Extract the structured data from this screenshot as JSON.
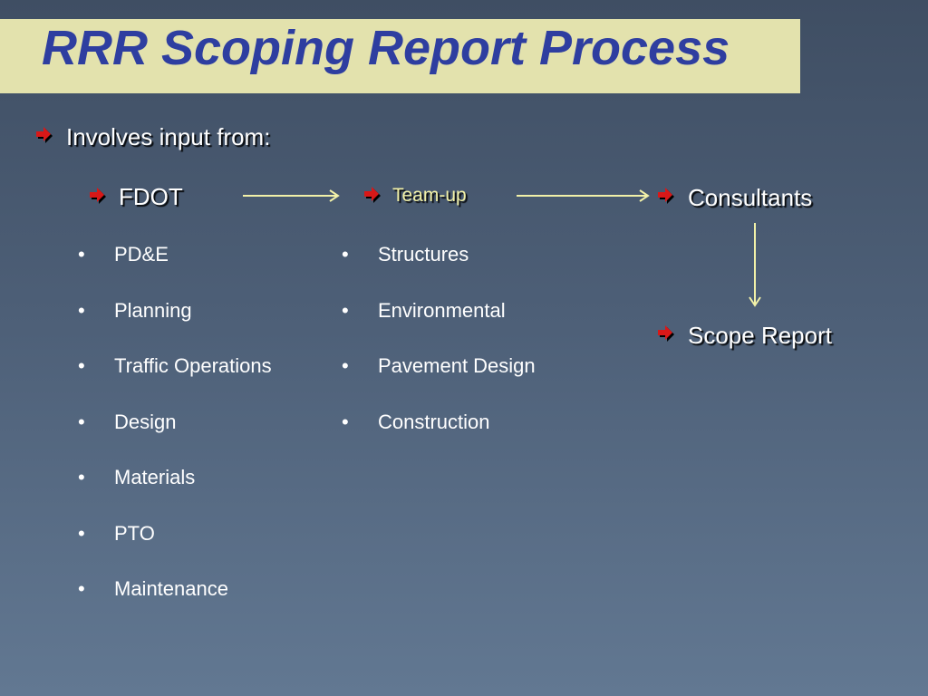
{
  "slide": {
    "title": "RRR Scoping Report Process",
    "intro": "Involves input from:",
    "columns": {
      "fdot": {
        "heading": "FDOT",
        "items": [
          "PD&E",
          "Planning",
          "Traffic Operations",
          "Design",
          "Materials",
          "PTO",
          "Maintenance"
        ]
      },
      "teamup": {
        "heading": "Team-up",
        "items": [
          "Structures",
          "Environmental",
          "Pavement Design",
          "Construction"
        ]
      },
      "consultants": {
        "heading": "Consultants"
      },
      "scope_report": {
        "heading": "Scope Report"
      }
    },
    "bullet_char": "•",
    "icons": {
      "bullet": "red-arrow-bullet-icon",
      "connector": "right-arrow-icon",
      "down_connector": "down-arrow-icon"
    },
    "colors": {
      "title_bg": "#e3e2ad",
      "title_text": "#2e3ea0",
      "teamup_text": "#f2f1a8",
      "connector": "#f2f1a8",
      "bullet_red": "#d81818"
    }
  }
}
